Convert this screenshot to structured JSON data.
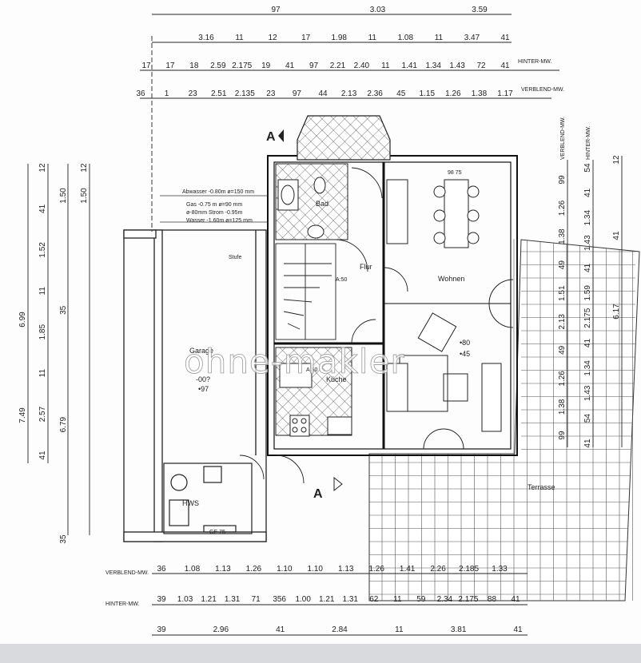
{
  "watermark": "ohne-makler",
  "section_marks": {
    "top": "A",
    "bottom": "A"
  },
  "rooms": {
    "bad": "Bad",
    "flur": "Flur",
    "wohnen": "Wohnen",
    "garage": "Garage",
    "garage_area": "-00?",
    "garage_number": "•97",
    "kueche": "Küche",
    "hws": "HWS",
    "terrasse": "Terrasse",
    "wohnen_area": "•80",
    "wohnen_number": "•45"
  },
  "wall_labels": {
    "hinter_mw": "HINTER-MW.",
    "verblend_mw": "VERBLEND-MW."
  },
  "top_dimensions": {
    "row1": [
      "97",
      "3.03",
      "3.59"
    ],
    "row2": [
      "3.16",
      "11",
      "12",
      "17",
      "1.98",
      "11",
      "1.08",
      "11",
      "3.47",
      "41"
    ],
    "row3": [
      "17",
      "17",
      "18",
      "2.59",
      "2.175",
      "19",
      "41",
      "97",
      "2.21",
      "2.40",
      "11",
      "1.41",
      "1.34",
      "1.43",
      "72",
      "41"
    ],
    "row4": [
      "36",
      "1",
      "23",
      "2.51",
      "2.135",
      "23",
      "97",
      "44",
      "2.13",
      "2.36",
      "45",
      "1.15",
      "1.26",
      "1.38",
      "1.17"
    ]
  },
  "left_dimensions": {
    "col1": [
      "6.99",
      "7.49"
    ],
    "col2": [
      "12",
      "41",
      "1.52",
      "11",
      "1.85",
      "11",
      "2.57",
      "41"
    ],
    "col3": [
      "1.50",
      "35",
      "6.79",
      "35"
    ],
    "col4": [
      "12",
      "1.50"
    ]
  },
  "right_dimensions": {
    "col1": [
      "99",
      "1.26",
      "1.38",
      "49",
      "1.51",
      "2.13",
      "49",
      "1.26",
      "1.38",
      "99"
    ],
    "col2": [
      "54",
      "41",
      "1.34",
      "1.43",
      "41",
      "1.59",
      "2.175",
      "41",
      "1.34",
      "1.43",
      "54",
      "41"
    ],
    "col3": [
      "6.17",
      "41",
      "12"
    ]
  },
  "bottom_dimensions": {
    "row1": [
      "36",
      "1.08",
      "1.13",
      "1.26",
      "1.10",
      "1.10",
      "1.13",
      "1.26",
      "1.41",
      "2.26",
      "2.185",
      "1.33"
    ],
    "row2": [
      "39",
      "1.03",
      "1.21",
      "1.31",
      "71",
      "356",
      "1.00",
      "1.21",
      "1.31",
      "62",
      "11",
      "59",
      "2.34",
      "2.175",
      "88",
      "41"
    ],
    "row3": [
      "39",
      "2.96",
      "41",
      "2.84",
      "11",
      "3.81",
      "41"
    ]
  },
  "notes": {
    "abwasser": "Abwasser -0.80m  ø=150 mm",
    "gas_line": "Gas -0.75 m  ø=90 mm",
    "strom_line": "ø-80mm Strom -0.95m",
    "wasser_line": "Wasser -1.60m  ø=125 mm",
    "stairs_a": "A:50",
    "stairs_b": "A:50",
    "stairs_small": "Stufe",
    "window_label": "GE 75",
    "door_label": "98 75"
  }
}
